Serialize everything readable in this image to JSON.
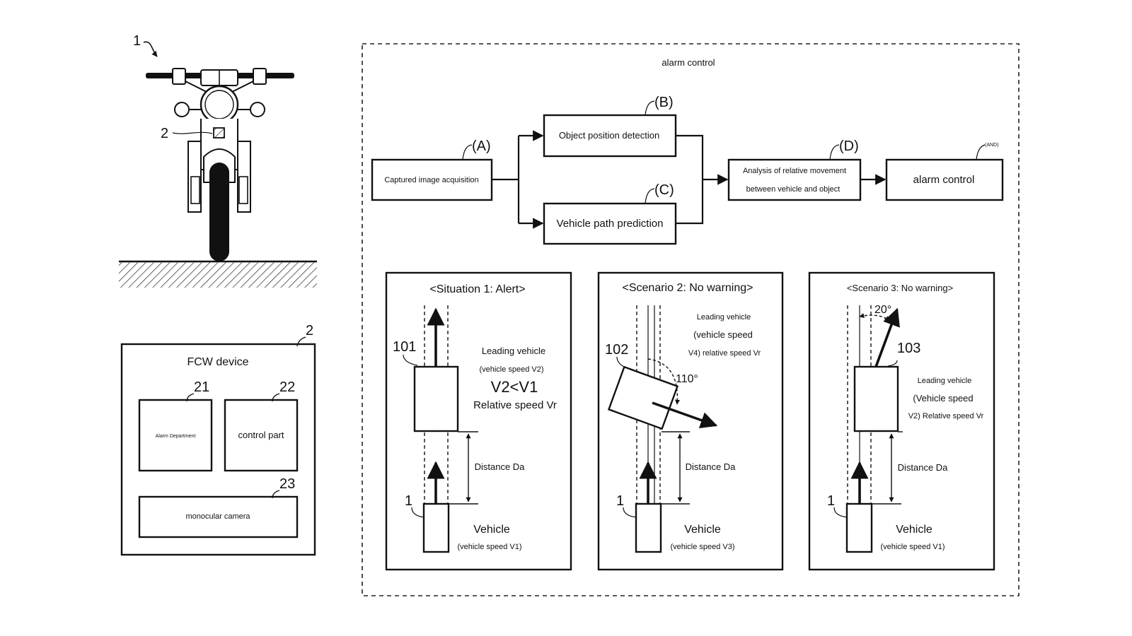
{
  "motorcycle": {
    "ref": "1",
    "camera_ref": "2"
  },
  "fcw": {
    "ref": "2",
    "title": "FCW device",
    "alarm": {
      "ref": "21",
      "label": "Alarm Department"
    },
    "control": {
      "ref": "22",
      "label": "control part"
    },
    "camera": {
      "ref": "23",
      "label": "monocular camera"
    }
  },
  "flow": {
    "title": "alarm control",
    "a": {
      "tag": "(A)",
      "label": "Captured image acquisition"
    },
    "b": {
      "tag": "(B)",
      "label": "Object position detection"
    },
    "c": {
      "tag": "(C)",
      "label": "Vehicle path prediction"
    },
    "d": {
      "tag": "(D)",
      "line1": "Analysis of relative movement",
      "line2": "between vehicle and object"
    },
    "e": {
      "tag": "(AND)",
      "label": "alarm control"
    }
  },
  "s1": {
    "title": "<Situation 1: Alert>",
    "lead_ref": "101",
    "lead_label": "Leading vehicle",
    "lead_speed": "(vehicle speed V2)",
    "compare": "V2<V1",
    "relative": "Relative speed Vr",
    "distance": "Distance Da",
    "veh_ref": "1",
    "veh_label": "Vehicle",
    "veh_speed": "(vehicle speed V1)"
  },
  "s2": {
    "title": "<Scenario 2: No warning>",
    "lead_ref": "102",
    "lead_label": "Leading vehicle",
    "lead_speed": "(vehicle speed",
    "lead_speed2": "V4) relative speed Vr",
    "angle": "110°",
    "distance": "Distance Da",
    "veh_ref": "1",
    "veh_label": "Vehicle",
    "veh_speed": "(vehicle speed V3)"
  },
  "s3": {
    "title": "<Scenario 3: No warning>",
    "lead_ref": "103",
    "angle": "20°",
    "lead_label": "Leading vehicle",
    "lead_speed": "(Vehicle speed",
    "lead_speed2": "V2) Relative speed Vr",
    "distance": "Distance Da",
    "veh_ref": "1",
    "veh_label": "Vehicle",
    "veh_speed": "(vehicle speed V1)"
  }
}
